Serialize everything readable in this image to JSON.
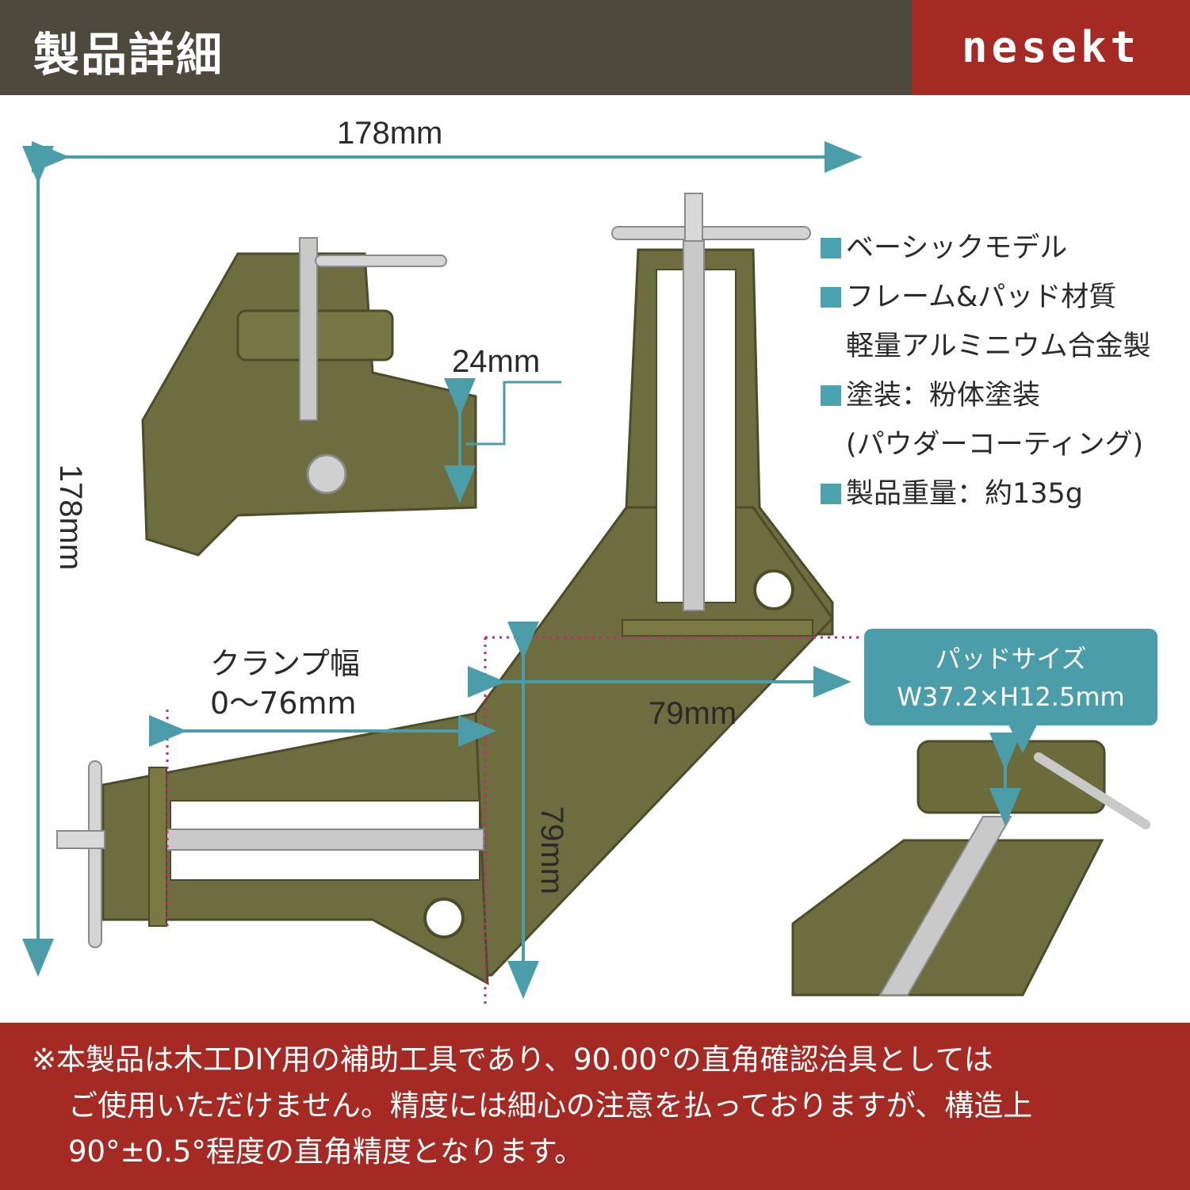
{
  "header": {
    "title": "製品詳細",
    "brand": "nesekt"
  },
  "dimensions": {
    "width_top": "178mm",
    "height_left": "178mm",
    "pad_depth": "24mm",
    "arm_horizontal": "79mm",
    "arm_vertical": "79mm"
  },
  "clamp_width": {
    "label": "クランプ幅",
    "range": "0〜76mm"
  },
  "specs": [
    {
      "text": "ベーシックモデル",
      "bullet": true
    },
    {
      "text": "フレーム&パッド材質",
      "bullet": true
    },
    {
      "text": "軽量アルミニウム合金製",
      "bullet": false
    },
    {
      "text": "塗装：粉体塗装",
      "bullet": true
    },
    {
      "text": "(パウダーコーティング)",
      "bullet": false
    },
    {
      "text": "製品重量：約135g",
      "bullet": true
    }
  ],
  "pad_size": {
    "title": "パッドサイズ",
    "value": "W37.2×H12.5mm"
  },
  "notice": {
    "line1": "※本製品は木工DIY用の補助工具であり、90.00°の直角確認治具としては",
    "line2": "ご使用いただけません。精度には細心の注意を払っておりますが、構造上",
    "line3": "90°±0.5°程度の直角精度となります。"
  },
  "colors": {
    "header_bg": "#4d4a3d",
    "brand_red": "#a62a24",
    "accent_teal": "#4aa3b0",
    "clamp_olive": "#6b6b3a",
    "guide_magenta": "#c0287a"
  }
}
